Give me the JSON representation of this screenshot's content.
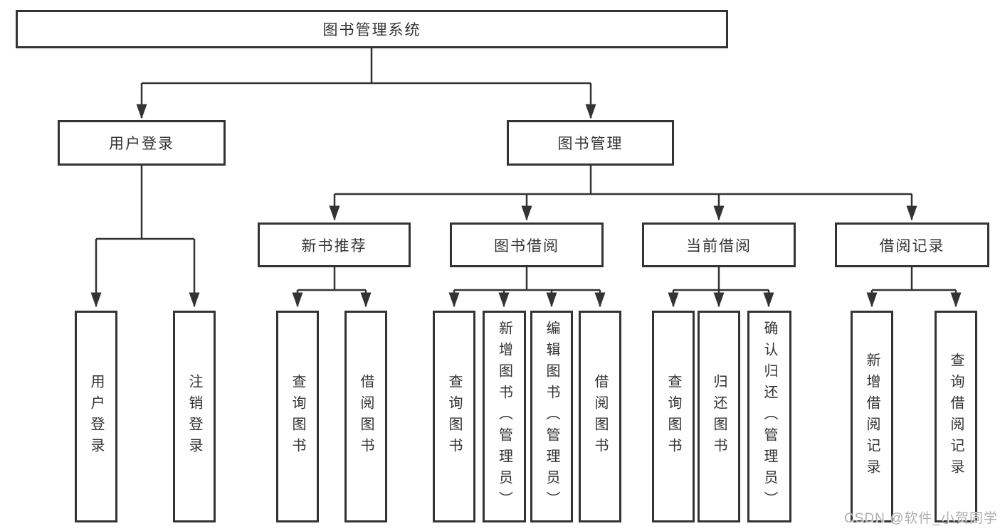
{
  "diagram": {
    "tree": {
      "label": "图书管理系统",
      "children": [
        {
          "label": "用户登录",
          "children": [
            {
              "label": "用户登录"
            },
            {
              "label": "注销登录"
            }
          ]
        },
        {
          "label": "图书管理",
          "children": [
            {
              "label": "新书推荐",
              "children": [
                {
                  "label": "查询图书"
                },
                {
                  "label": "借阅图书"
                }
              ]
            },
            {
              "label": "图书借阅",
              "children": [
                {
                  "label": "查询图书"
                },
                {
                  "label": "新增图书（管理员）"
                },
                {
                  "label": "编辑图书（管理员）"
                },
                {
                  "label": "借阅图书"
                }
              ]
            },
            {
              "label": "当前借阅",
              "children": [
                {
                  "label": "查询图书"
                },
                {
                  "label": "归还图书"
                },
                {
                  "label": "确认归还（管理员）"
                }
              ]
            },
            {
              "label": "借阅记录",
              "children": [
                {
                  "label": "新增借阅记录"
                },
                {
                  "label": "查询借阅记录"
                }
              ]
            }
          ]
        }
      ]
    },
    "colors": {
      "line": "#333333",
      "box_background": "#ffffff",
      "text": "#333333",
      "watermark": "#aeaeae"
    },
    "watermark": {
      "text": "CSDN @软件_小贺同学"
    }
  }
}
